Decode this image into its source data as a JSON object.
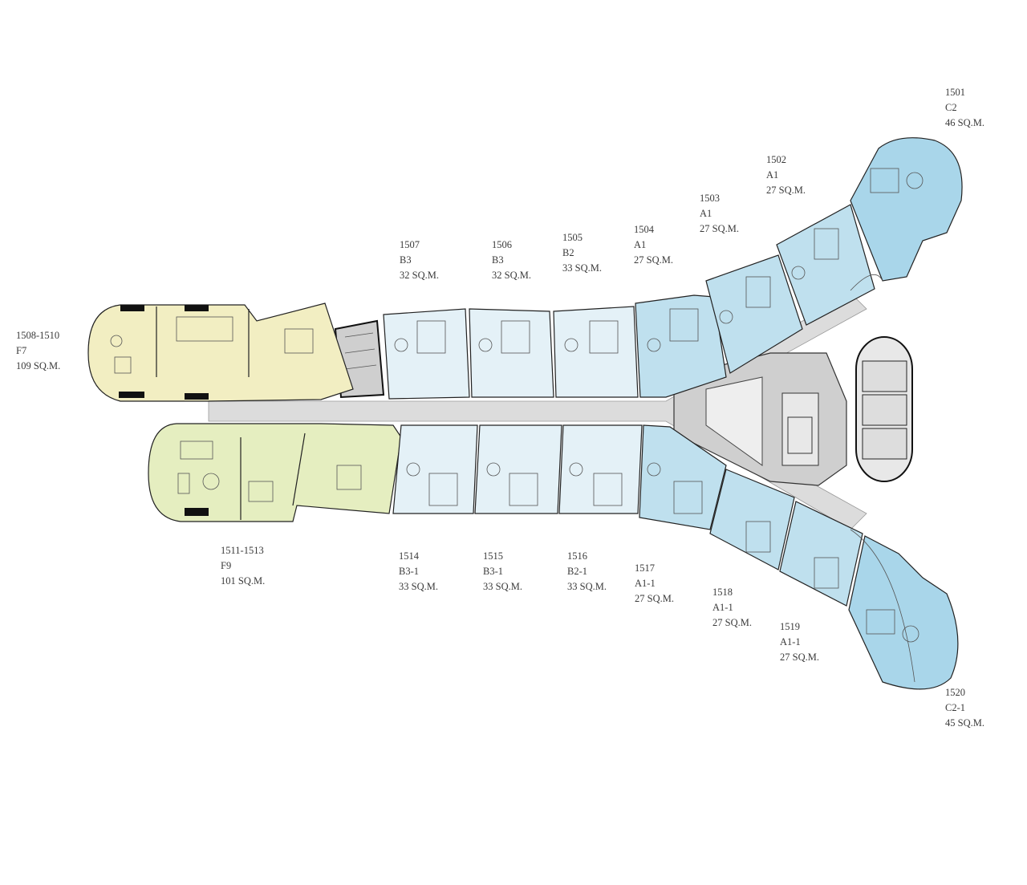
{
  "colors": {
    "f_yellow": "#f2eec2",
    "f_green": "#e5eec0",
    "b_light": "#e4f1f7",
    "a_blue": "#bfe0ee",
    "c_blue": "#a9d6ea",
    "corridor": "#dcdcdc",
    "core": "#cfcfcf"
  },
  "units": [
    {
      "number": "1501",
      "type": "C2",
      "area": "46 SQ.M."
    },
    {
      "number": "1502",
      "type": "A1",
      "area": "27 SQ.M."
    },
    {
      "number": "1503",
      "type": "A1",
      "area": "27 SQ.M."
    },
    {
      "number": "1504",
      "type": "A1",
      "area": "27 SQ.M."
    },
    {
      "number": "1505",
      "type": "B2",
      "area": "33 SQ.M."
    },
    {
      "number": "1506",
      "type": "B3",
      "area": "32 SQ.M."
    },
    {
      "number": "1507",
      "type": "B3",
      "area": "32 SQ.M."
    },
    {
      "number": "1508-1510",
      "type": "F7",
      "area": "109 SQ.M."
    },
    {
      "number": "1511-1513",
      "type": "F9",
      "area": "101 SQ.M."
    },
    {
      "number": "1514",
      "type": "B3-1",
      "area": "33 SQ.M."
    },
    {
      "number": "1515",
      "type": "B3-1",
      "area": "33 SQ.M."
    },
    {
      "number": "1516",
      "type": "B2-1",
      "area": "33 SQ.M."
    },
    {
      "number": "1517",
      "type": "A1-1",
      "area": "27 SQ.M."
    },
    {
      "number": "1518",
      "type": "A1-1",
      "area": "27 SQ.M."
    },
    {
      "number": "1519",
      "type": "A1-1",
      "area": "27 SQ.M."
    },
    {
      "number": "1520",
      "type": "C2-1",
      "area": "45 SQ.M."
    }
  ]
}
